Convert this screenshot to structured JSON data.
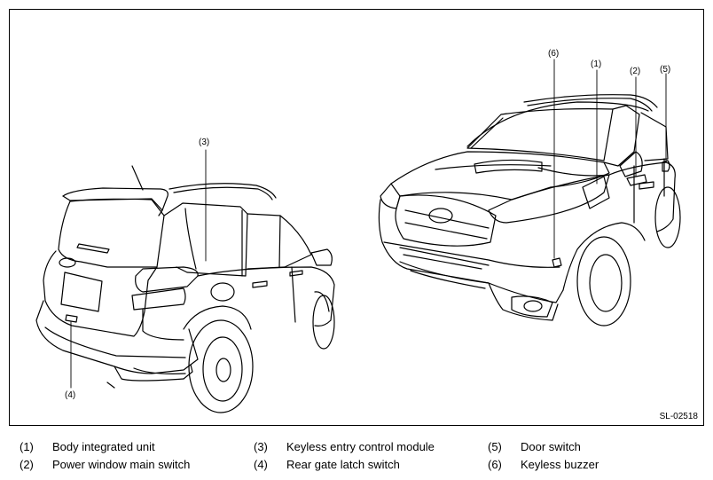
{
  "callouts": {
    "c1": "(1)",
    "c2": "(2)",
    "c3": "(3)",
    "c4": "(4)",
    "c5": "(5)",
    "c6": "(6)"
  },
  "figure_code": "SL-02518",
  "legend": {
    "items": [
      {
        "num": "(1)",
        "text": "Body integrated unit"
      },
      {
        "num": "(2)",
        "text": "Power window main switch"
      },
      {
        "num": "(3)",
        "text": "Keyless entry control module"
      },
      {
        "num": "(4)",
        "text": "Rear gate latch switch"
      },
      {
        "num": "(5)",
        "text": "Door switch"
      },
      {
        "num": "(6)",
        "text": "Keyless buzzer"
      }
    ]
  }
}
